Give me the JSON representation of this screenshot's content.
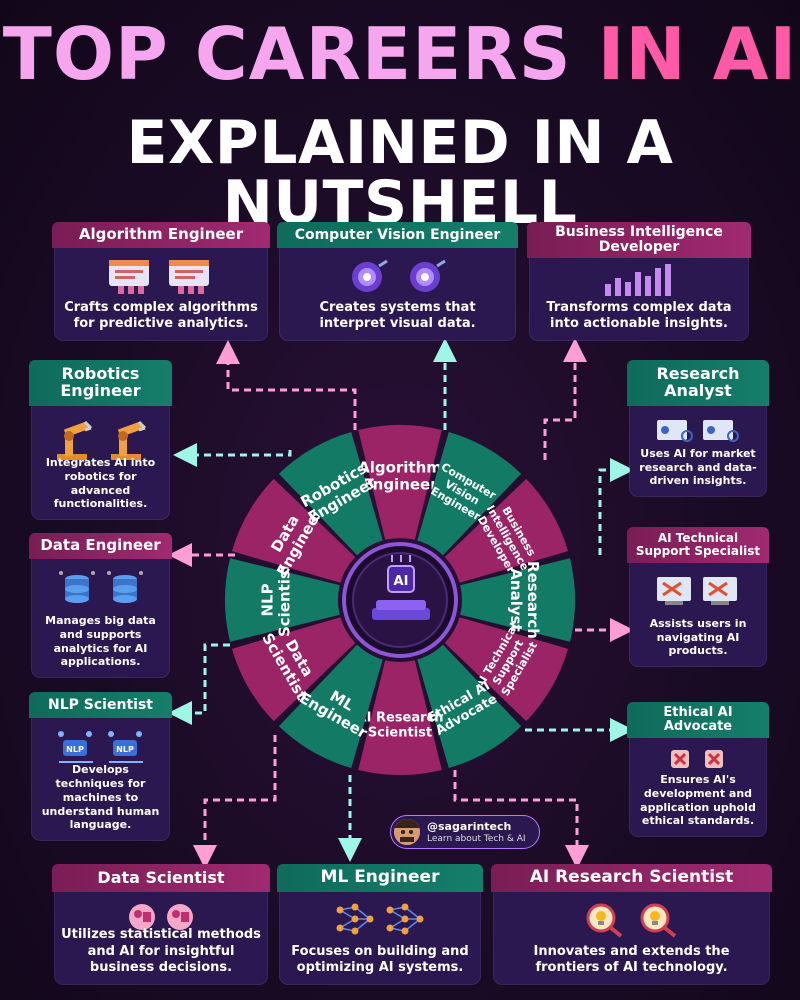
{
  "title": {
    "line1_part1": "TOP CAREERS",
    "line1_part2": "IN AI",
    "line2": "EXPLAINED IN A NUTSHELL"
  },
  "cards": {
    "algorithm": {
      "title": "Algorithm Engineer",
      "desc": "Crafts complex algorithms for predictive analytics."
    },
    "vision": {
      "title": "Computer Vision Engineer",
      "desc": "Creates systems that interpret visual data."
    },
    "bi": {
      "title": "Business Intelligence Developer",
      "desc": "Transforms complex data into actionable insights."
    },
    "robotics": {
      "title": "Robotics Engineer",
      "desc": "Integrates AI into robotics for advanced functionalities."
    },
    "research_analyst": {
      "title": "Research Analyst",
      "desc": "Uses AI for market research and data-driven insights."
    },
    "data_engineer": {
      "title": "Data Engineer",
      "desc": "Manages big data and supports analytics for AI applications."
    },
    "support": {
      "title": "AI Technical Support Specialist",
      "desc": "Assists users in navigating AI products."
    },
    "nlp": {
      "title": "NLP Scientist",
      "desc": "Develops techniques for machines to understand human language."
    },
    "ethical": {
      "title": "Ethical AI Advocate",
      "desc": "Ensures AI's development and application uphold ethical standards."
    },
    "data_scientist": {
      "title": "Data Scientist",
      "desc": "Utilizes statistical methods and AI for insightful business decisions."
    },
    "ml": {
      "title": "ML Engineer",
      "desc": "Focuses on building and optimizing AI systems."
    },
    "ai_research": {
      "title": "AI Research Scientist",
      "desc": "Innovates and extends the frontiers of AI technology."
    }
  },
  "wheel": {
    "center_label": "AI",
    "segments": [
      {
        "lines": [
          "Algorithm",
          "Engineer"
        ]
      },
      {
        "lines": [
          "Computer",
          "Vision",
          "Engineer"
        ]
      },
      {
        "lines": [
          "Business",
          "Intelligence",
          "Developer"
        ]
      },
      {
        "lines": [
          "Research",
          "Analyst"
        ]
      },
      {
        "lines": [
          "AI Technical",
          "Support",
          "Specialist"
        ]
      },
      {
        "lines": [
          "Ethical AI",
          "Advocate"
        ]
      },
      {
        "lines": [
          "AI Research",
          "Scientist"
        ]
      },
      {
        "lines": [
          "ML",
          "Engineer"
        ]
      },
      {
        "lines": [
          "Data",
          "Scientist"
        ]
      },
      {
        "lines": [
          "NLP",
          "Scientist"
        ]
      },
      {
        "lines": [
          "Data",
          "Engineer"
        ]
      },
      {
        "lines": [
          "Robotics",
          "Engineer"
        ]
      }
    ]
  },
  "badge": {
    "handle": "@sagarintech",
    "tagline": "Learn about Tech & AI"
  },
  "colors": {
    "pink": "#9b2467",
    "green": "#137a66",
    "arrow_pink": "#ff9ed6",
    "arrow_cyan": "#9ff5e6"
  }
}
